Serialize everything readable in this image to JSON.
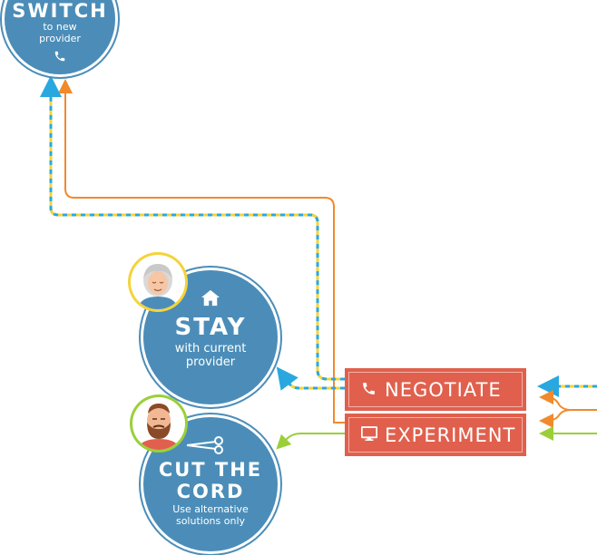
{
  "switch": {
    "title": "SWITCH",
    "line1": "to new",
    "line2": "provider"
  },
  "stay": {
    "title": "STAY",
    "line1": "with current",
    "line2": "provider"
  },
  "cut": {
    "title1": "CUT THE",
    "title2": "CORD",
    "line1": "Use alternative",
    "line2": "solutions only"
  },
  "actions": {
    "negotiate": "NEGOTIATE",
    "experiment": "EXPERIMENT"
  },
  "colors": {
    "circle": "#4b8db8",
    "action": "#e0604d",
    "orange": "#f08a2c",
    "blue": "#29a8e0",
    "yellow": "#f5d33a",
    "green": "#9bcf3a"
  },
  "icons": {
    "switch": "phone-icon",
    "stay": "house-icon",
    "cut": "scissors-icon",
    "negotiate": "phone-icon",
    "experiment": "monitor-icon"
  }
}
